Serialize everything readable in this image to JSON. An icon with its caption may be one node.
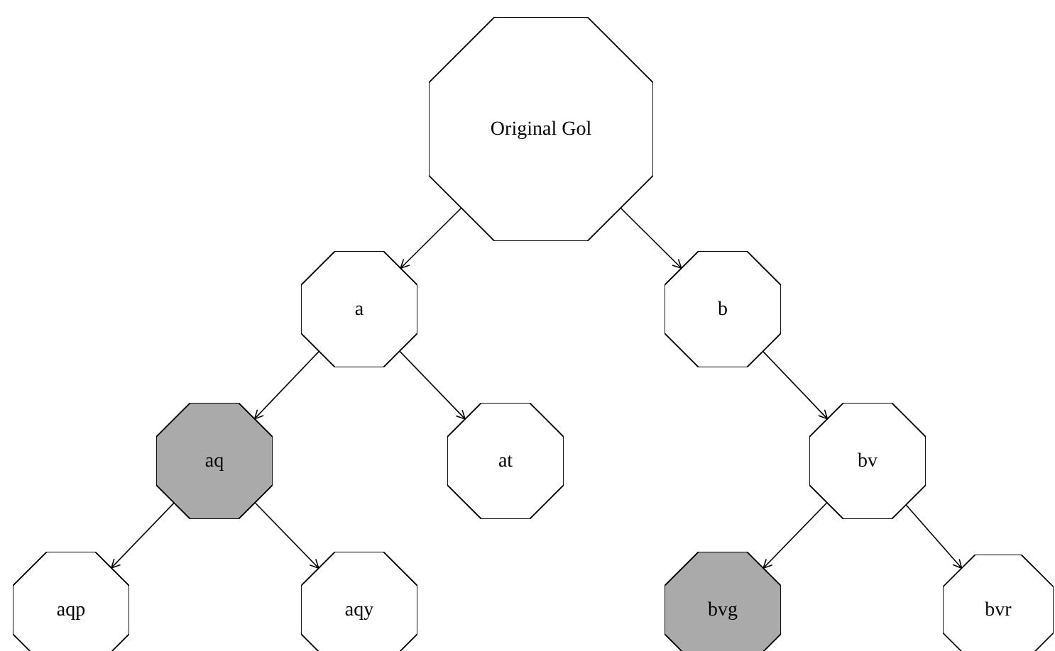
{
  "diagram": {
    "nodes": [
      {
        "text": [
          "Original Gol"
        ]
      },
      {
        "text": [
          "a"
        ]
      },
      {
        "text": [
          "b"
        ]
      },
      {
        "text": [
          "aq"
        ]
      },
      {
        "text": [
          "at"
        ]
      },
      {
        "text": [
          "bv"
        ]
      },
      {
        "text": [
          "aqp"
        ]
      },
      {
        "text": [
          "aqy"
        ]
      },
      {
        "text": [
          "bvg"
        ]
      },
      {
        "text": [
          "bvr"
        ]
      }
    ],
    "edges": [
      {
        "from": 0,
        "to": 1,
        "arrow": "to"
      },
      {
        "from": 0,
        "to": 2,
        "arrow": "to"
      },
      {
        "from": 1,
        "to": 3,
        "arrow": "to"
      },
      {
        "from": 1,
        "to": 4,
        "arrow": "to"
      },
      {
        "from": 2,
        "to": 5,
        "arrow": "to"
      },
      {
        "from": 3,
        "to": 6,
        "arrow": "to"
      },
      {
        "from": 3,
        "to": 7,
        "arrow": "to"
      },
      {
        "from": 5,
        "to": 8,
        "arrow": "to"
      },
      {
        "from": 5,
        "to": 9,
        "arrow": "to"
      }
    ]
  }
}
